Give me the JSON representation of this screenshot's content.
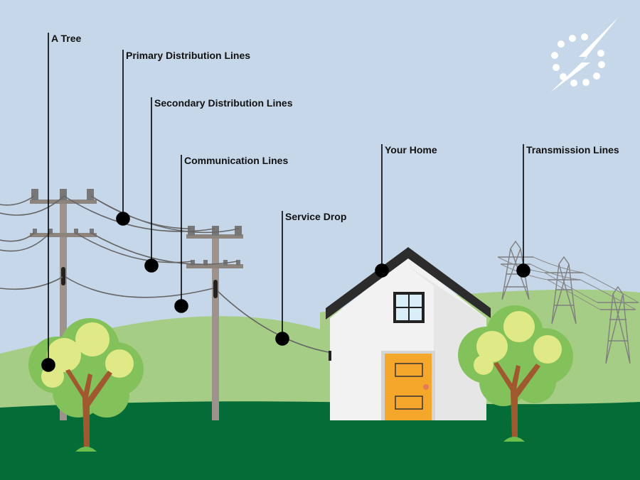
{
  "labels": {
    "tree": "A Tree",
    "primary": "Primary Distribution Lines",
    "secondary": "Secondary Distribution Lines",
    "communication": "Communication Lines",
    "service_drop": "Service Drop",
    "home": "Your Home",
    "transmission": "Transmission Lines"
  },
  "colors": {
    "sky": "#c7d7ea",
    "hill": "#a6cd85",
    "ground": "#036c37",
    "door": "#f4a72a",
    "house_wall": "#f2f2f2",
    "roof": "#2c2c2c",
    "foliage_dark": "#83c25a",
    "foliage_light": "#dfe985",
    "trunk": "#a0592f",
    "pole": "#9d938c",
    "marker": "#000000"
  },
  "icons": [
    "lightning-bolt-logo-icon"
  ]
}
